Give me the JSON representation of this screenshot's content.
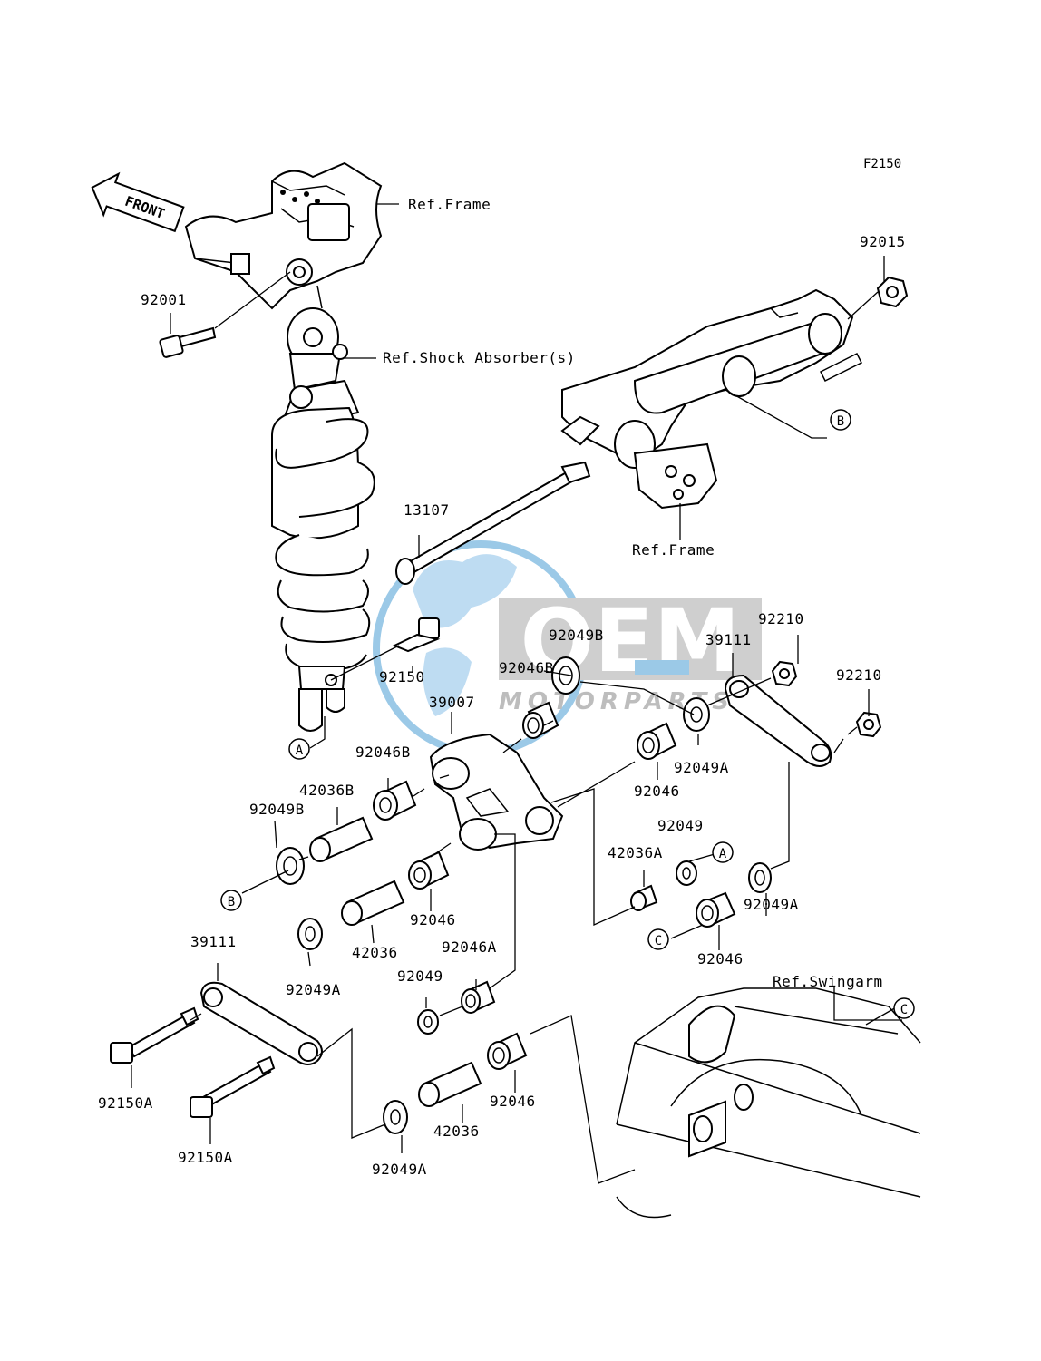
{
  "figure_code": "F2150",
  "front_arrow": "FRONT",
  "watermark": {
    "brand": "OEM",
    "sub": "MOTORPARTS",
    "color": "#7ab8e0",
    "text_color": "#9a9a9a"
  },
  "refs": {
    "frame_top": "Ref.Frame",
    "shock": "Ref.Shock Absorber(s)",
    "frame_right": "Ref.Frame",
    "swingarm": "Ref.Swingarm"
  },
  "markers": {
    "A": "A",
    "B": "B",
    "C": "C"
  },
  "parts": {
    "p92001": "92001",
    "p92015": "92015",
    "p13107": "13107",
    "p92150": "92150",
    "p92049B_top": "92049B",
    "p92046B_top": "92046B",
    "p39007": "39007",
    "p39111_right": "39111",
    "p92210_a": "92210",
    "p92210_b": "92210",
    "p92046B_left": "92046B",
    "p42036B": "42036B",
    "p92049B_left": "92049B",
    "p92049A_mid": "92049A",
    "p92046_mid": "92046",
    "p92049_right": "92049",
    "p42036A": "42036A",
    "p92046_left": "92046",
    "p42036_left": "42036",
    "p92049A_right": "92049A",
    "p92046_right": "92046",
    "p92046A": "92046A",
    "p92049_low": "92049",
    "p39111_left": "39111",
    "p92049A_left": "92049A",
    "p92150A_a": "92150A",
    "p92150A_b": "92150A",
    "p42036_low": "42036",
    "p92046_low": "92046",
    "p92049A_low": "92049A"
  }
}
